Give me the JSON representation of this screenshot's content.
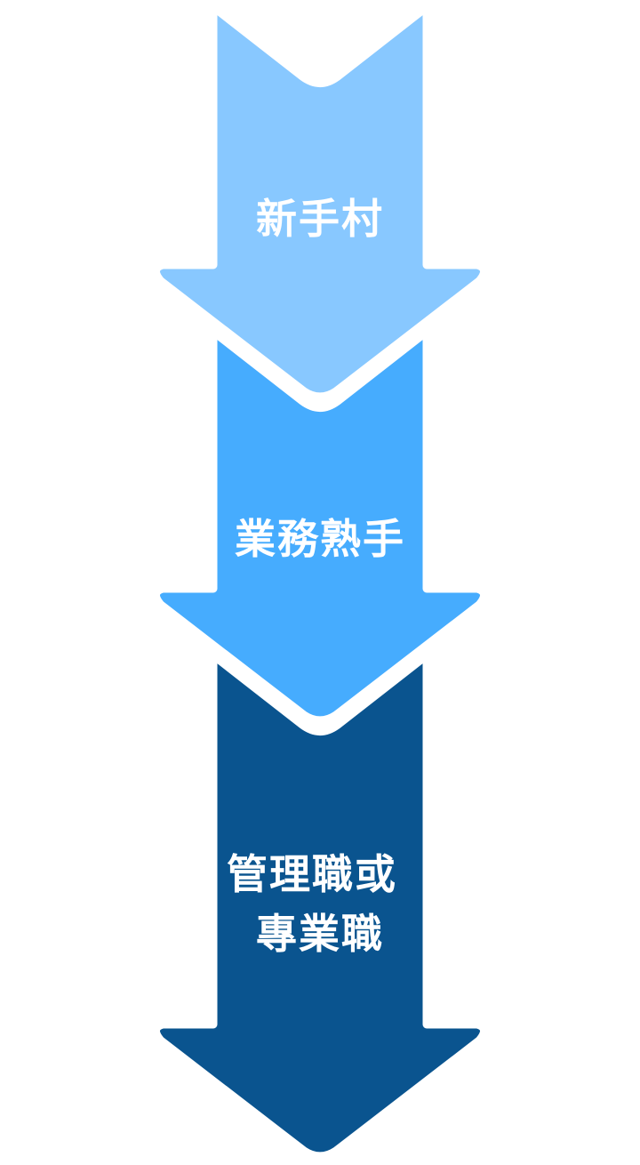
{
  "diagram": {
    "type": "vertical-arrow-flow",
    "stages": [
      {
        "lines": [
          "新手村"
        ],
        "color": "#88C8FF"
      },
      {
        "lines": [
          "業務熟手"
        ],
        "color": "#46ACFE"
      },
      {
        "lines": [
          "管理職或",
          "專業職"
        ],
        "color": "#0A548F"
      }
    ]
  }
}
